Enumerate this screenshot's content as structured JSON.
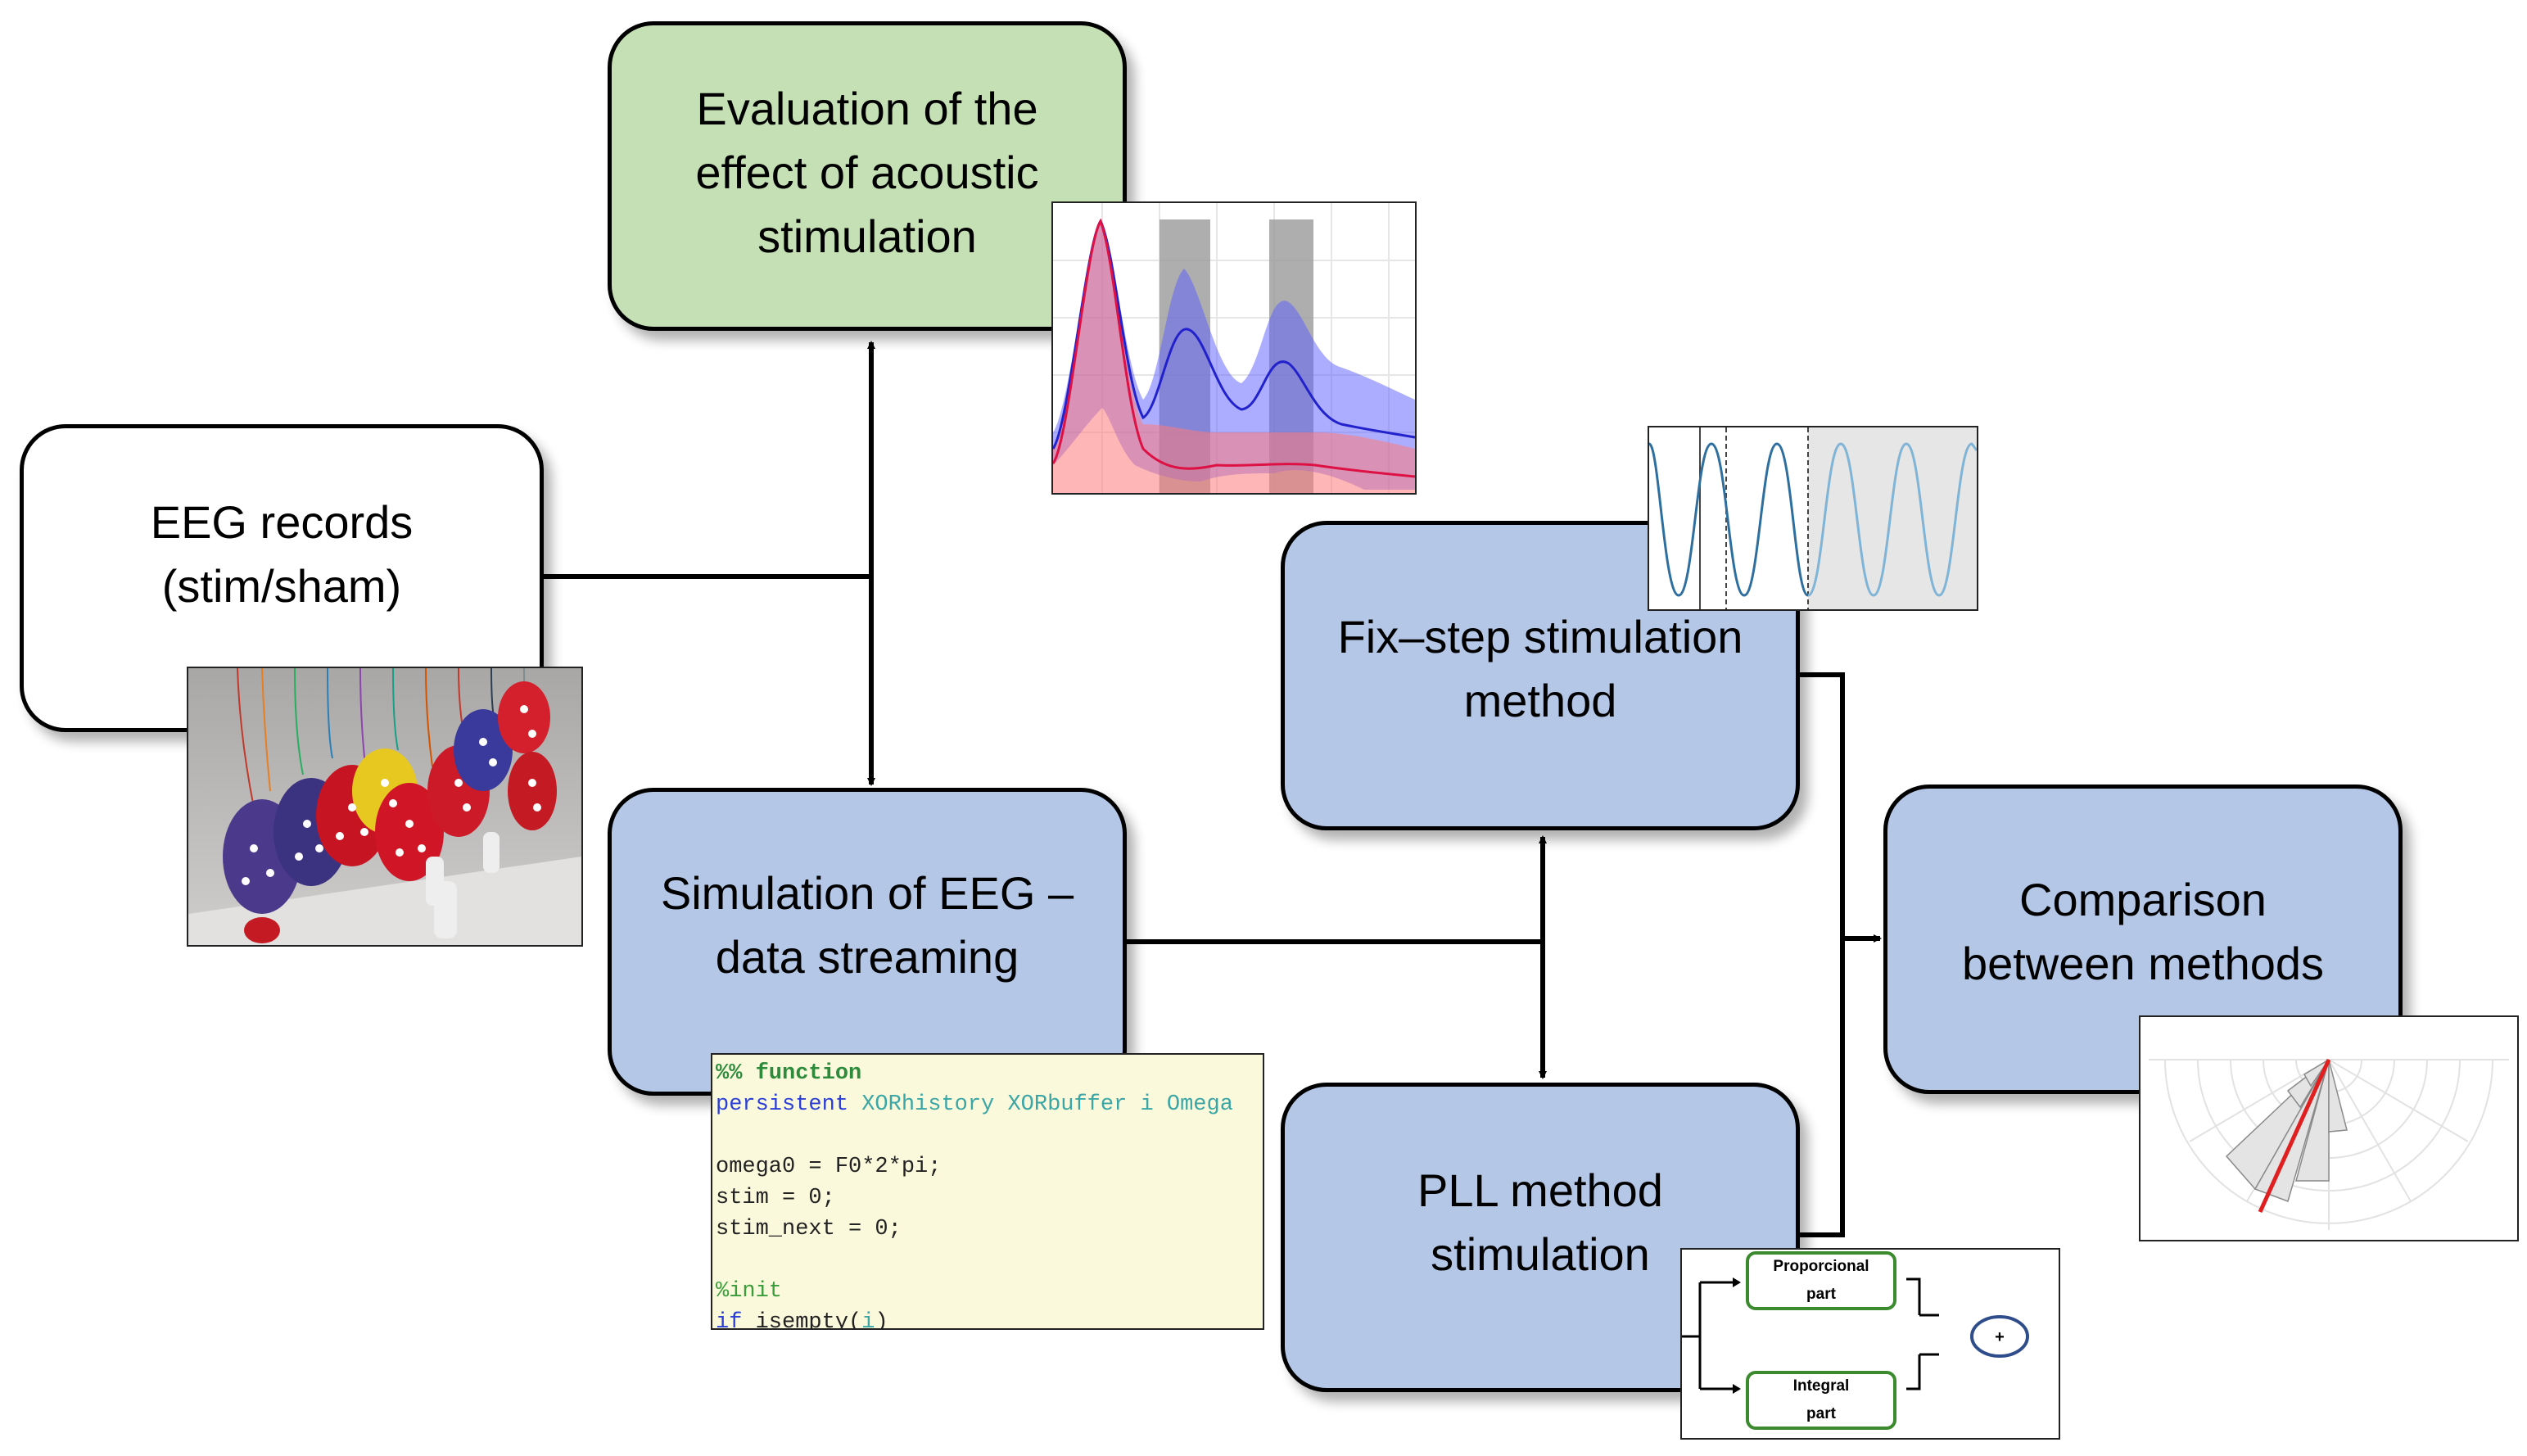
{
  "boxes": {
    "eval": "Evaluation of the\neffect of acoustic\nstimulation",
    "eeg": "EEG records\n(stim/sham)",
    "sim": "Simulation of EEG –\ndata streaming",
    "fix": "Fix–step stimulation\nmethod",
    "pll": "PLL method\nstimulation",
    "cmp": "Comparison\nbetween methods"
  },
  "code": {
    "line1_a": "%% ",
    "line1_b": "function",
    "line2_a": "persistent",
    "line2_b": " XORhistory XORbuffer i Omega",
    "line4": "omega0 = F0*2*pi;",
    "line5": "stim = 0;",
    "line6": "stim_next = 0;",
    "line8": "%init",
    "line9_a": "if",
    "line9_b": " isempty(",
    "line9_c": "i",
    "line9_d": ")"
  },
  "pll_diagram": {
    "block1_l1": "Proporcional",
    "block1_l2": "part",
    "block2_l1": "Integral",
    "block2_l2": "part",
    "sum_symbol": "+"
  },
  "colors": {
    "green_box": "#c5e0b4",
    "blue_box": "#b4c7e7",
    "series_blue": "#2222cc",
    "series_red": "#dd1144",
    "accent_red": "#e02020"
  },
  "icons": {
    "eeg_photo": "eeg-caps-photo",
    "erp_plot": "erp-chart-thumbnail",
    "sine_plot": "sine-wave-thumbnail",
    "polar_plot": "polar-histogram-thumbnail"
  }
}
